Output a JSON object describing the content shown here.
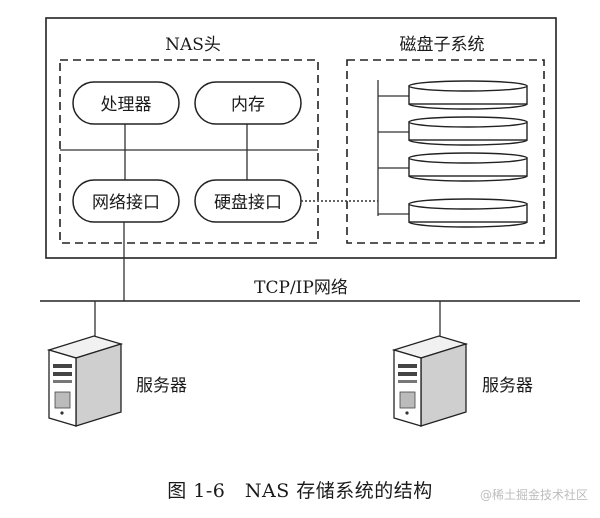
{
  "nas_head": {
    "title": "NAS头",
    "processor": "处理器",
    "memory": "内存",
    "network_interface": "网络接口",
    "disk_interface": "硬盘接口"
  },
  "disk_subsystem": {
    "title": "磁盘子系统",
    "disk_count": 4
  },
  "network": {
    "label": "TCP/IP网络"
  },
  "servers": [
    {
      "label": "服务器"
    },
    {
      "label": "服务器"
    }
  ],
  "caption": "图 1-6　NAS 存储系统的结构",
  "watermark": "@稀土掘金技术社区"
}
